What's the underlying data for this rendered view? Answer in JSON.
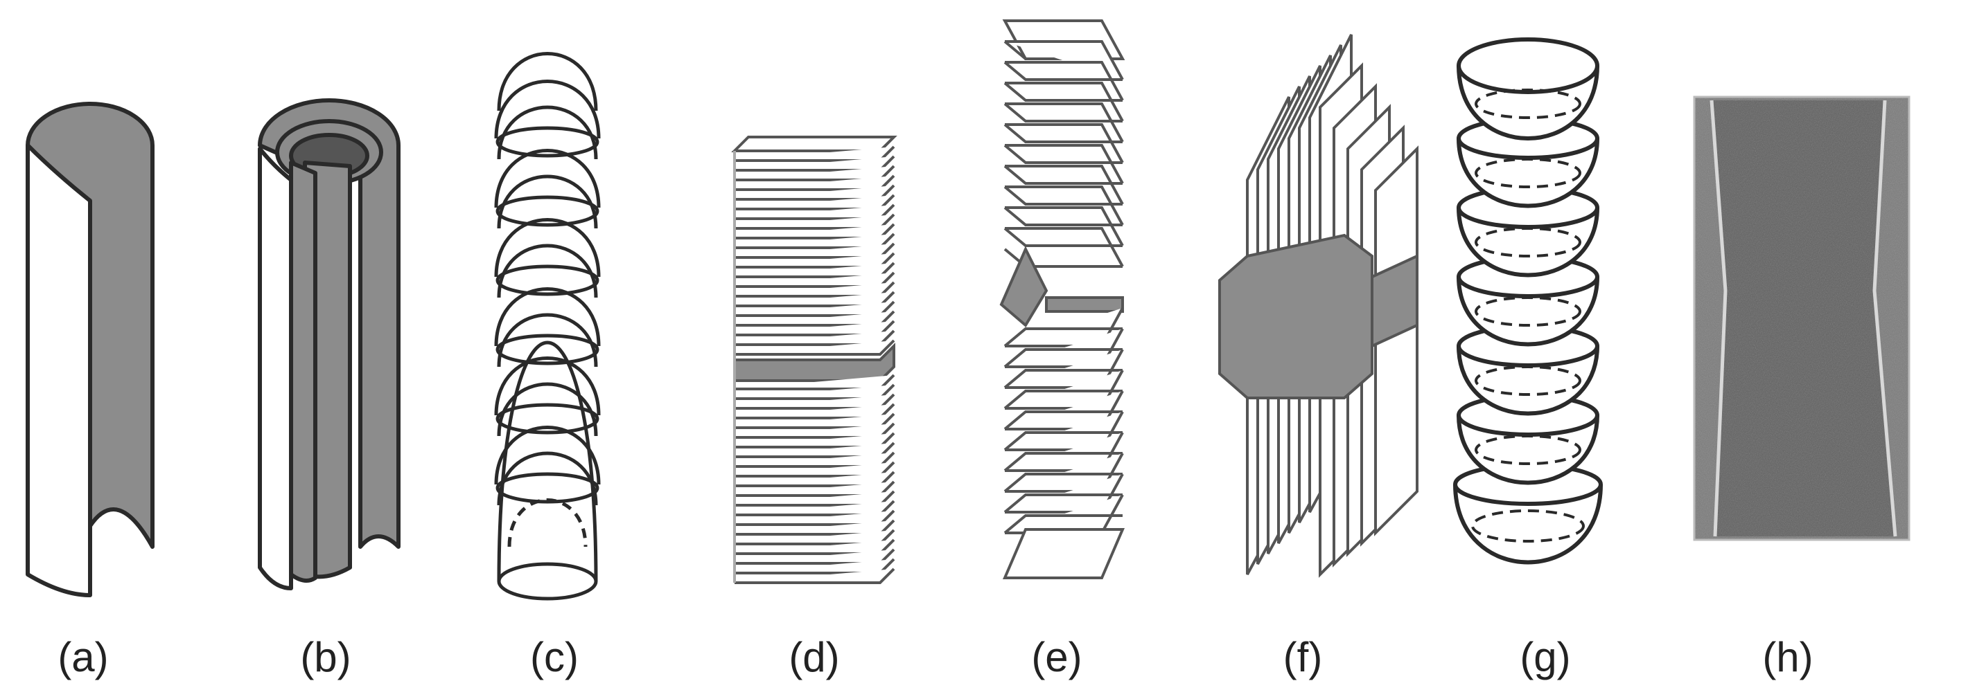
{
  "panels": [
    {
      "id": "a",
      "label": "(a)"
    },
    {
      "id": "b",
      "label": "(b)"
    },
    {
      "id": "c",
      "label": "(c)"
    },
    {
      "id": "d",
      "label": "(d)"
    },
    {
      "id": "e",
      "label": "(e)"
    },
    {
      "id": "f",
      "label": "(f)"
    },
    {
      "id": "g",
      "label": "(g)"
    },
    {
      "id": "h",
      "label": "(h)"
    }
  ],
  "colors": {
    "stroke": "#2a2a2a",
    "fill_gray": "#8c8c8c",
    "fill_dark": "#555555",
    "sem_base": "#5f5f5f"
  }
}
